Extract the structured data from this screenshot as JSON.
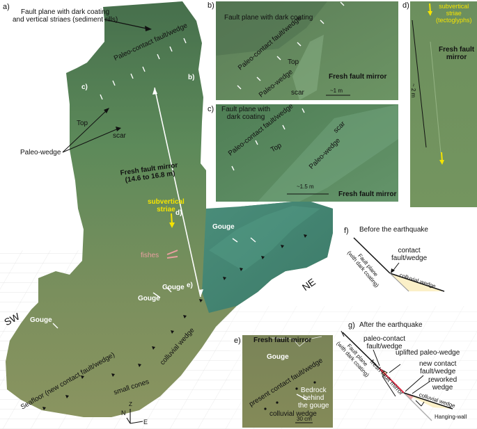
{
  "panels": {
    "a": {
      "letter": "a)",
      "labels": {
        "fault_plane": "Fault plane with dark coating\nand vertical striaes (sediment rills)",
        "fault_plane_line1": "Fault plane with dark coating",
        "fault_plane_line2": "and vertical striaes (sediment rills)",
        "paleo_contact": "Paleo-contact fault/wedge",
        "top": "Top",
        "scar": "scar",
        "paleo_wedge": "Paleo-wedge",
        "fresh_mirror_line1": "Fresh fault mirror",
        "fresh_mirror_line2": "(14.6 to 16.8 m)",
        "subvertical_line1": "subvertical",
        "subvertical_line2": "striae",
        "fishes": "fishes",
        "gouge": "Gouge",
        "sw": "SW",
        "ne": "NE",
        "colluvial_wedge": "colluvial wedge",
        "small_cones": "small cones",
        "seafloor": "Seafloor (new contact fault/wedge)",
        "ref_b": "b)",
        "ref_c": "c)",
        "ref_d": "d)",
        "ref_e": "e)",
        "axis_z": "Z",
        "axis_n": "N",
        "axis_e": "E"
      }
    },
    "b": {
      "letter": "b)",
      "labels": {
        "fault_plane": "Fault plane with dark coating",
        "paleo_contact": "Paleo-contact fault/wedge",
        "top": "Top",
        "paleo_wedge": "Paleo-wedge",
        "scar": "scar",
        "fresh_mirror": "Fresh fault mirror",
        "scale": "~1 m"
      }
    },
    "c": {
      "letter": "c)",
      "labels": {
        "fault_plane_line1": "Fault plane with",
        "fault_plane_line2": "dark coating",
        "paleo_contact": "Paleo-contact fault/wedge",
        "top": "Top",
        "scar": "scar",
        "paleo_wedge": "Paleo-wedge",
        "fresh_mirror": "Fresh fault mirror",
        "scale": "~1.5 m"
      }
    },
    "d": {
      "letter": "d)",
      "labels": {
        "subvertical_line1": "subvertical",
        "subvertical_line2": "striae",
        "subvertical_line3": "(tectoglyphs)",
        "fresh_mirror_line1": "Fresh fault",
        "fresh_mirror_line2": "mirror",
        "scale": "~ 2 m"
      }
    },
    "e": {
      "letter": "e)",
      "labels": {
        "fresh_mirror": "Fresh fault mirror",
        "gouge": "Gouge",
        "present_contact": "present contact fault/wedge",
        "bedrock_line1": "Bedrock",
        "bedrock_line2": "behind",
        "bedrock_line3": "the gouge",
        "colluvial_wedge": "colluvial wedge",
        "scale": "30 cm"
      }
    },
    "f": {
      "letter": "f)",
      "title": "Before the earthquake",
      "labels": {
        "fault_plane_line1": "Fault plane",
        "fault_plane_line2": "(with dark coating)",
        "contact_line1": "contact",
        "contact_line2": "fault/wedge",
        "colluvial_wedge": "colluvial wedge"
      }
    },
    "g": {
      "letter": "g)",
      "title": "After the earthquake",
      "labels": {
        "fault_plane_line1": "Fault plane",
        "fault_plane_line2": "(with dark coating)",
        "paleo_contact_line1": "paleo-contact",
        "paleo_contact_line2": "fault/wedge",
        "uplifted": "uplifted paleo-wedge",
        "new_contact_line1": "new contact",
        "new_contact_line2": "fault/wedge",
        "reworked_line1": "reworked",
        "reworked_line2": "wedge",
        "fresh_mirror": "fresh fault mirror",
        "colluvial_wedge": "colluvial wedge",
        "hanging_wall": "Hanging-wall"
      }
    }
  },
  "colors": {
    "photo_green": "#5e8a5a",
    "photo_dark": "#3f6a48",
    "photo_teal": "#3f8a78",
    "photo_olive": "#8a9460",
    "annotation_yellow": "#f5e400",
    "fishes_pink": "#e8a0a0",
    "fault_red": "#e0304a",
    "wedge_fill": "#fbf0c8"
  }
}
